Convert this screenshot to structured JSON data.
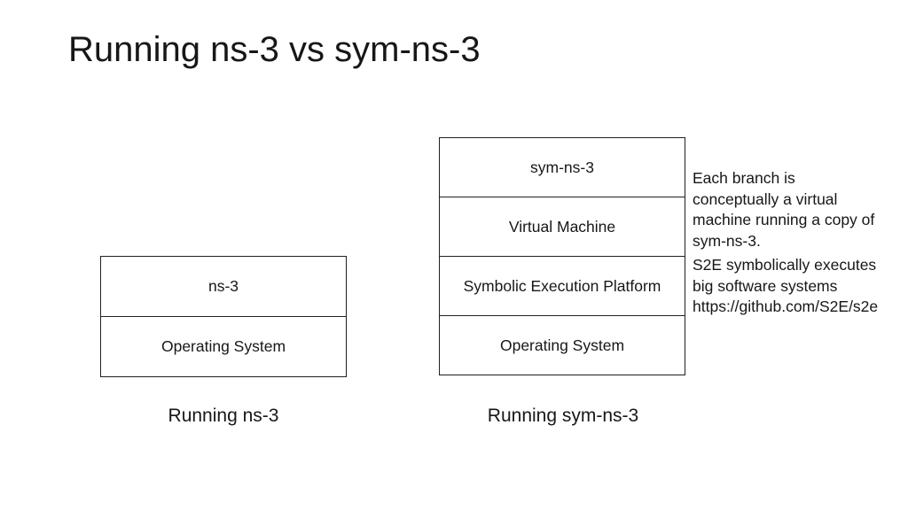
{
  "slide": {
    "title": "Running ns-3 vs sym-ns-3"
  },
  "left_diagram": {
    "layers": [
      "ns-3",
      "Operating System"
    ],
    "caption": "Running ns-3"
  },
  "right_diagram": {
    "layers": [
      "sym-ns-3",
      "Virtual Machine",
      "Symbolic Execution Platform",
      "Operating System"
    ],
    "caption": "Running sym-ns-3"
  },
  "annotation": {
    "para1_lines": [
      "Each branch is",
      "conceptually a virtual",
      "machine running a copy of",
      "sym-ns-3."
    ],
    "para2_lines": [
      "S2E symbolically executes",
      "big software systems",
      "https://github.com/S2E/s2e"
    ]
  },
  "colors": {
    "background": "#ffffff",
    "text": "#171717",
    "box_border": "#202020"
  }
}
